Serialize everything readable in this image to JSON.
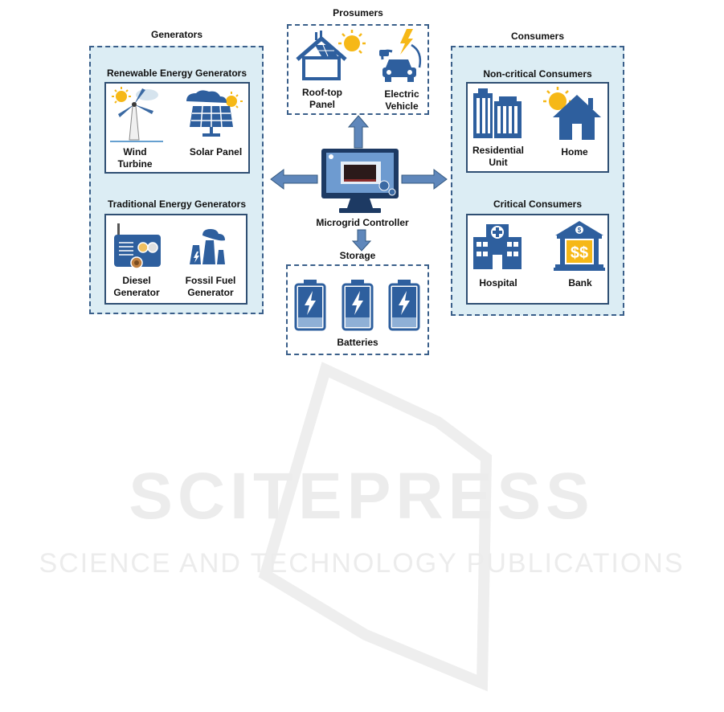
{
  "generators": {
    "title": "Generators",
    "renewable": {
      "title": "Renewable Energy Generators",
      "items": [
        {
          "label_1": "Wind",
          "label_2": "Turbine",
          "icon": "wind-turbine-icon"
        },
        {
          "label_1": "Solar Panel",
          "label_2": "",
          "icon": "solar-panel-icon"
        }
      ]
    },
    "traditional": {
      "title": "Traditional Energy Generators",
      "items": [
        {
          "label_1": "Diesel",
          "label_2": "Generator",
          "icon": "diesel-generator-icon"
        },
        {
          "label_1": "Fossil Fuel",
          "label_2": "Generator",
          "icon": "factory-icon"
        }
      ]
    }
  },
  "prosumers": {
    "title": "Prosumers",
    "items": [
      {
        "label_1": "Roof-top",
        "label_2": "Panel",
        "icon": "rooftop-panel-icon"
      },
      {
        "label_1": "Electric",
        "label_2": "Vehicle",
        "icon": "electric-vehicle-icon"
      }
    ]
  },
  "controller": {
    "label": "Microgrid Controller",
    "icon": "monitor-icon"
  },
  "storage": {
    "title": "Storage",
    "label": "Batteries",
    "icon": "battery-icon"
  },
  "consumers": {
    "title": "Consumers",
    "noncritical": {
      "title": "Non-critical Consumers",
      "items": [
        {
          "label_1": "Residential",
          "label_2": "Unit",
          "icon": "building-icon"
        },
        {
          "label_1": "Home",
          "label_2": "",
          "icon": "home-icon"
        }
      ]
    },
    "critical": {
      "title": "Critical Consumers",
      "items": [
        {
          "label_1": "Hospital",
          "label_2": "",
          "icon": "hospital-icon"
        },
        {
          "label_1": "Bank",
          "label_2": "",
          "icon": "bank-icon"
        }
      ]
    }
  },
  "watermark": {
    "line_1": "SCITEPRESS",
    "line_2": "SCIENCE AND TECHNOLOGY PUBLICATIONS"
  },
  "colors": {
    "panel": "#dcedf4",
    "border": "#2f4f73",
    "icon": "#2e5f9e",
    "arrow": "#5f87bb",
    "sun": "#f6b817"
  }
}
